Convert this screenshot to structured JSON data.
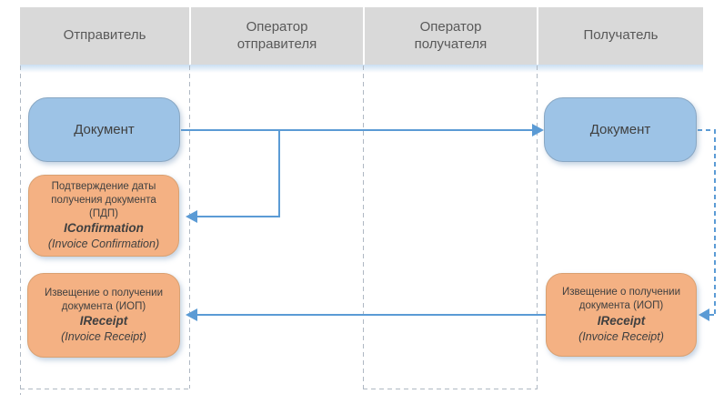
{
  "lanes": [
    {
      "label": "Отправитель"
    },
    {
      "label": "Оператор отправителя"
    },
    {
      "label": "Оператор получателя"
    },
    {
      "label": "Получатель"
    }
  ],
  "nodes": {
    "doc_sender": {
      "label": "Документ"
    },
    "doc_receiver": {
      "label": "Документ"
    },
    "confirmation": {
      "title": "Подтверждение даты получения документа (ПДП)",
      "code": "IConfirmation",
      "subtitle": "(Invoice Confirmation)"
    },
    "receipt_sender": {
      "title": "Извещение о получении документа (ИОП)",
      "code": "IReceipt",
      "subtitle": "(Invoice Receipt)"
    },
    "receipt_receiver": {
      "title": "Извещение о получении документа (ИОП)",
      "code": "IReceipt",
      "subtitle": "(Invoice Receipt)"
    }
  },
  "edges": [
    {
      "name": "document-transfer",
      "from": "doc_sender",
      "to": "doc_receiver",
      "style": "solid"
    },
    {
      "name": "confirmation-return",
      "from": "document-transfer",
      "to": "confirmation",
      "style": "solid"
    },
    {
      "name": "receipt-transfer",
      "from": "receipt_receiver",
      "to": "receipt_sender",
      "style": "solid"
    },
    {
      "name": "receipt-generation",
      "from": "doc_receiver",
      "to": "receipt_receiver",
      "style": "dashed"
    }
  ],
  "colors": {
    "accent": "#5B9BD5",
    "node_blue": "#9DC3E6",
    "node_orange": "#F4B183",
    "header_gray": "#D9D9D9",
    "lane_dash": "#AFB8C3"
  }
}
